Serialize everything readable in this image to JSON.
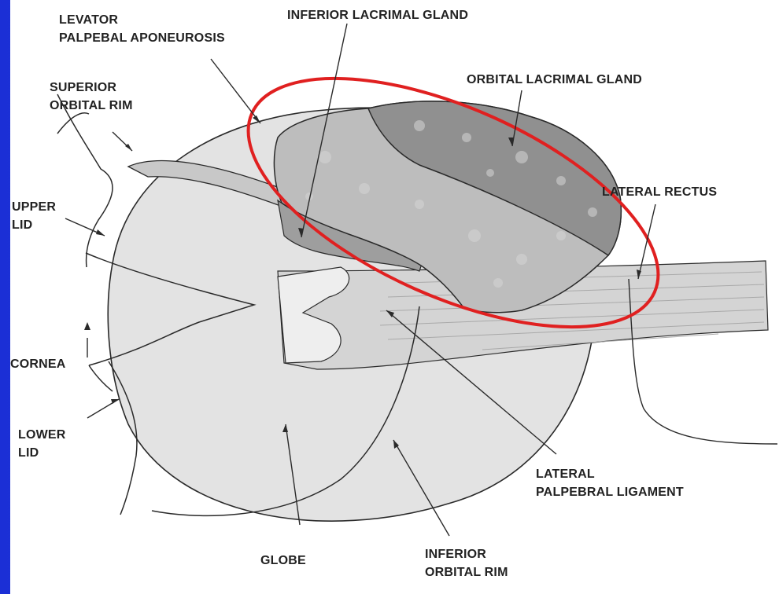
{
  "labels": {
    "levator": [
      "LEVATOR",
      "PALPEBAL APONEUROSIS"
    ],
    "inferior_lacrimal_gland": "INFERIOR LACRIMAL GLAND",
    "orbital_lacrimal_gland": "ORBITAL LACRIMAL GLAND",
    "superior_orbital_rim": [
      "SUPERIOR",
      "ORBITAL RIM"
    ],
    "lateral_rectus": "LATERAL RECTUS",
    "upper_lid": [
      "UPPER",
      "LID"
    ],
    "cornea": "CORNEA",
    "lower_lid": [
      "LOWER",
      "LID"
    ],
    "lateral_palpebral_ligament": [
      "LATERAL",
      "PALPEBRAL LIGAMENT"
    ],
    "globe": "GLOBE",
    "inferior_orbital_rim": [
      "INFERIOR",
      "ORBITAL RIM"
    ]
  },
  "colors": {
    "background": "#2236df",
    "panel": "#ffffff",
    "highlight_ellipse": "#e02020",
    "globe_fill": "#e2e2e2",
    "gland_fill": "#b9b9b9",
    "orbital_gland_fill": "#8f8f8f",
    "muscle_fill": "#d2d2d2",
    "line": "#2a2a2a"
  }
}
